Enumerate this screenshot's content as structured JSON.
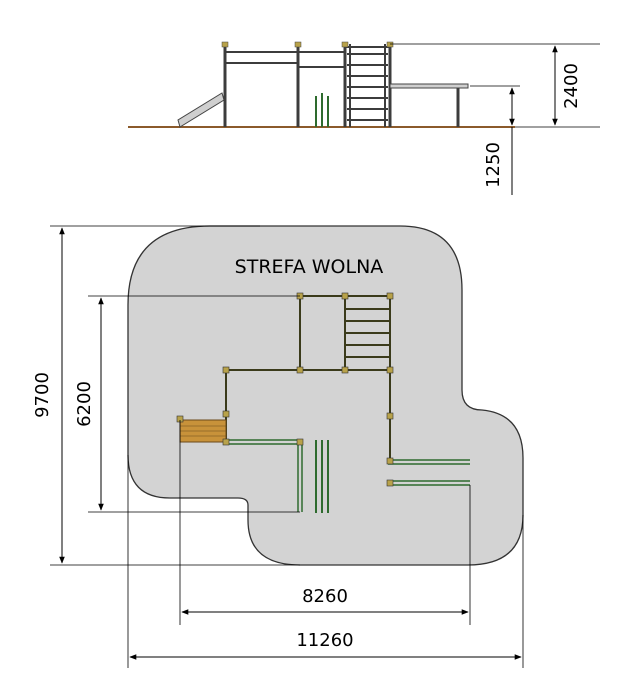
{
  "plan": {
    "zone_label": "STREFA WOLNA",
    "zone_fill": "#d3d3d3",
    "frame_color": "#6b6b1c",
    "joint_color": "#b8a24a",
    "rail_color": "#2e6b2e",
    "deck_color": "#c8923a"
  },
  "dimensions": {
    "elevation_total_height": "2400",
    "elevation_platform_height": "1250",
    "plan_total_depth": "9700",
    "plan_structure_depth": "6200",
    "plan_structure_width": "8260",
    "plan_total_width": "11260"
  },
  "elevation": {
    "ground_color": "#8b5a2b",
    "frame_color": "#3c3c3c"
  }
}
